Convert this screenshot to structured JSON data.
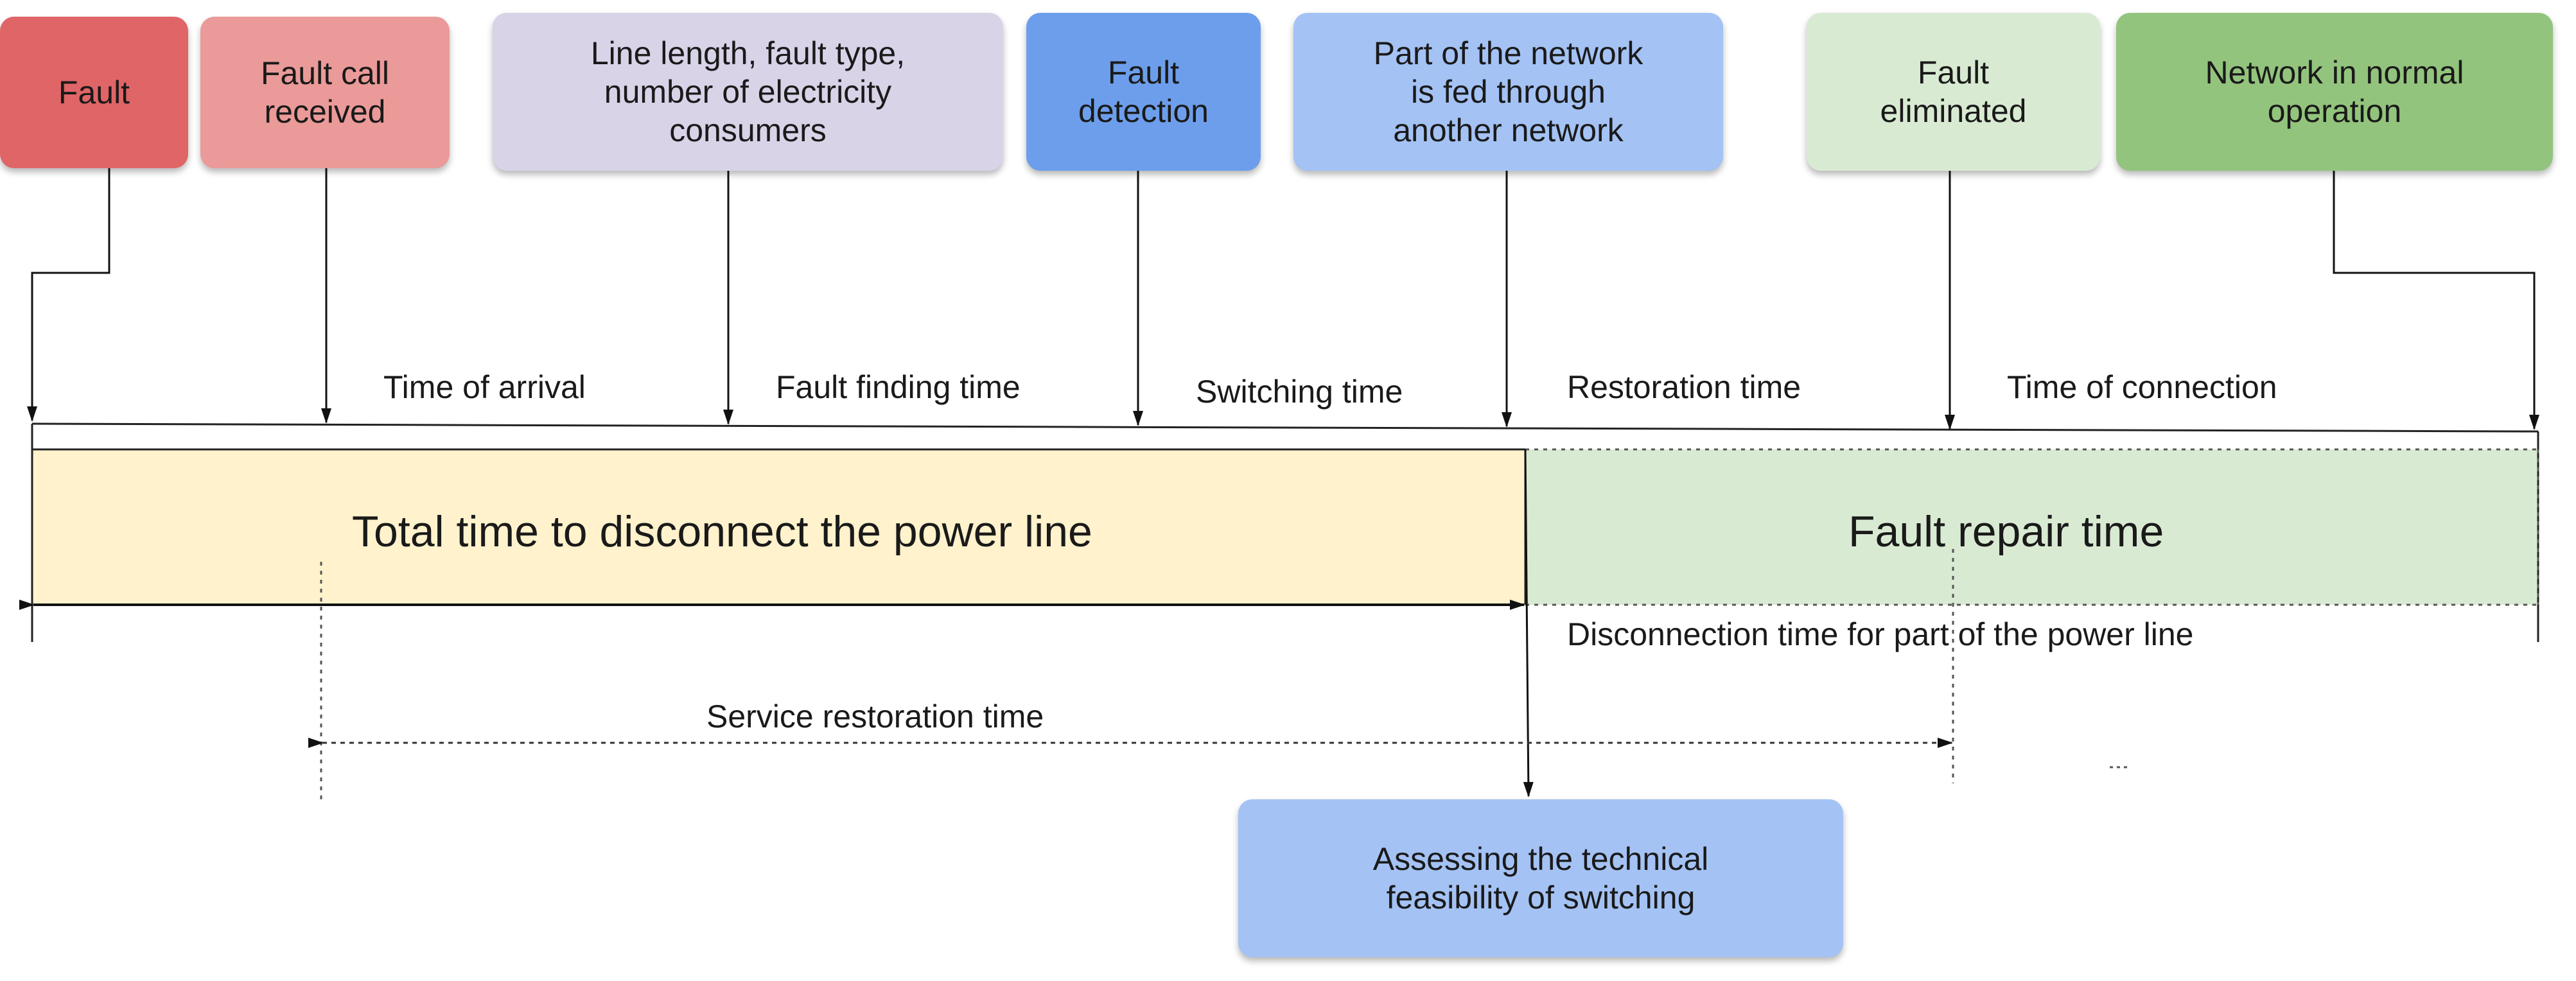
{
  "events": [
    {
      "id": "fault",
      "label": "Fault",
      "color": "#e06566"
    },
    {
      "id": "fault_call",
      "label": "Fault call\nreceived",
      "color": "#ea9a98"
    },
    {
      "id": "line_info",
      "label": "Line length, fault type,\nnumber of electricity\nconsumers",
      "color": "#d9d3e8"
    },
    {
      "id": "fault_detection",
      "label": "Fault\ndetection",
      "color": "#6d9eeb"
    },
    {
      "id": "fed_through",
      "label": "Part of the network\nis fed through\nanother network",
      "color": "#a4c2f4"
    },
    {
      "id": "fault_eliminated",
      "label": "Fault\neliminated",
      "color": "#d9ead3"
    },
    {
      "id": "normal_operation",
      "label": "Network in normal\noperation",
      "color": "#93c47d"
    }
  ],
  "intervals": [
    "Time of arrival",
    "Fault finding time",
    "Switching time",
    "Restoration time",
    "Time of connection"
  ],
  "bands": {
    "disconnect": {
      "label": "Total time to disconnect the power line",
      "color": "#fff2cc"
    },
    "repair": {
      "label": "Fault repair time",
      "color": "#d9ead3"
    }
  },
  "spans": {
    "partial_disconnection": "Disconnection time for part of the power line",
    "service_restoration": "Service restoration time"
  },
  "assessment": {
    "label": "Assessing the technical\nfeasibility of switching",
    "color": "#a4c2f4"
  }
}
